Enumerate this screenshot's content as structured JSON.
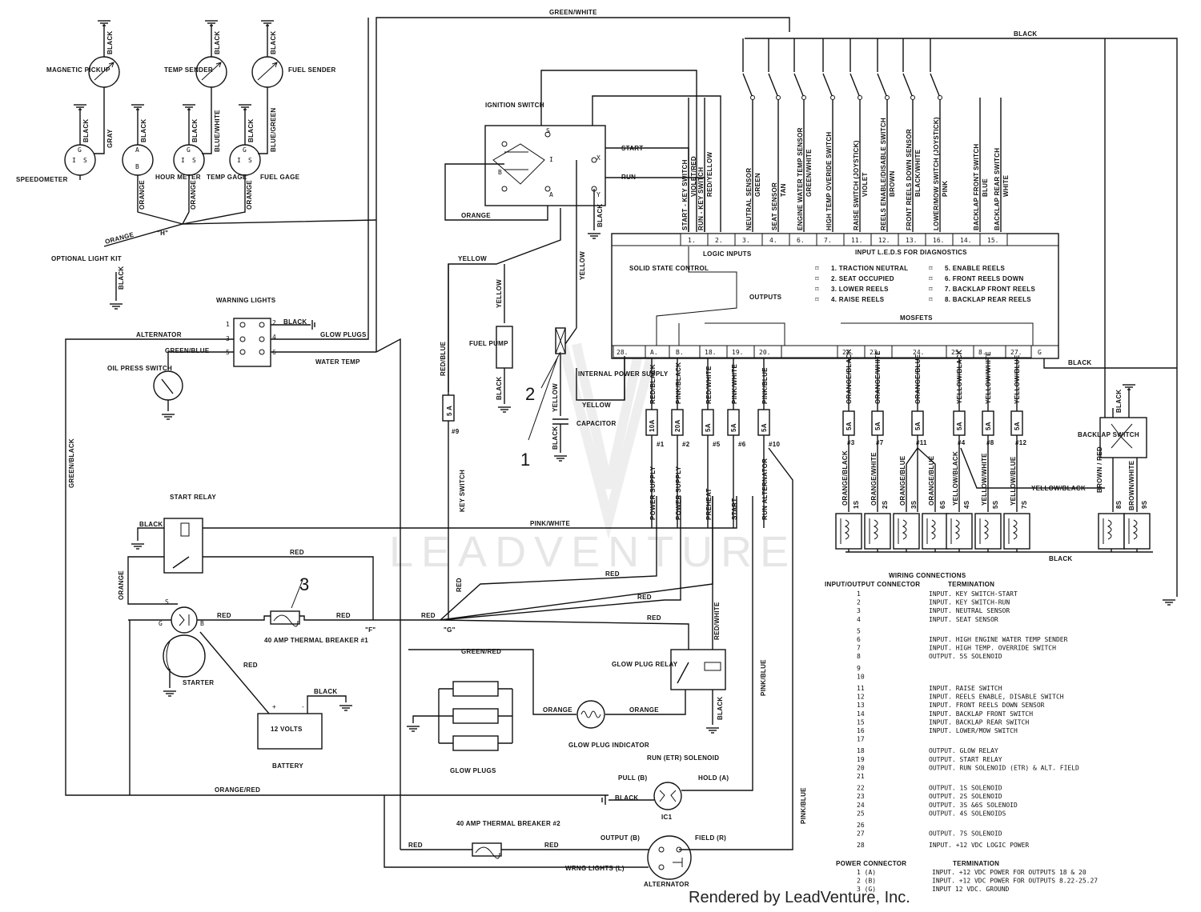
{
  "watermark": "LEADVENTURE",
  "footer": "Rendered by LeadVenture, Inc.",
  "callouts": [
    "1",
    "2",
    "3"
  ],
  "gauges": {
    "magnetic_pickup": "MAGNETIC PICKUP",
    "temp_sender": "TEMP SENDER",
    "fuel_sender": "FUEL SENDER",
    "speedometer": "SPEEDOMETER",
    "hour_meter": "HOUR METER",
    "temp_gage": "TEMP GAGE",
    "fuel_gage": "FUEL GAGE",
    "optional_light_kit": "OPTIONAL LIGHT KIT",
    "splice_h": "\"H\""
  },
  "ignition": {
    "title": "IGNITION SWITCH",
    "start": "START",
    "run": "RUN",
    "terms": [
      "S",
      "B",
      "I",
      "A",
      "X",
      "Y"
    ]
  },
  "warning": {
    "title": "WARNING LIGHTS",
    "alternator": "ALTERNATOR",
    "glow_plugs": "GLOW PLUGS",
    "water_temp": "WATER TEMP",
    "oil_press": "OIL PRESS SWITCH",
    "pins": [
      "1",
      "2",
      "3",
      "4",
      "5",
      "6"
    ]
  },
  "fuel_pump": "FUEL PUMP",
  "internal_power": "INTERNAL POWER SUPPLY",
  "capacitor": "CAPACITOR",
  "start_relay": "START RELAY",
  "starter": "STARTER",
  "battery": {
    "title": "BATTERY",
    "volts": "12 VOLTS"
  },
  "breaker1": "40 AMP THERMAL BREAKER #1",
  "breaker2": "40 AMP THERMAL BREAKER #2",
  "glow_plugs": "GLOW PLUGS",
  "glow_indicator": "GLOW PLUG INDICATOR",
  "glow_relay": "GLOW PLUG RELAY",
  "run_solenoid": {
    "title": "RUN (ETR) SOLENOID",
    "pull": "PULL (B)",
    "hold": "HOLD (A)",
    "ic1": "IC1"
  },
  "alternator": {
    "title": "ALTERNATOR",
    "output": "OUTPUT (B)",
    "field": "FIELD (R)",
    "wrng": "WRNG LIGHTS (L)"
  },
  "backlap_switch": "BACKLAP SWITCH",
  "splices": {
    "f": "\"F\"",
    "g": "\"G\""
  },
  "wires": {
    "green_white": "GREEN/WHITE",
    "black": "BLACK",
    "orange": "ORANGE",
    "yellow": "YELLOW",
    "red": "RED",
    "red_blue": "RED/BLUE",
    "pink_white": "PINK/WHITE",
    "green_blue": "GREEN/BLUE",
    "green_black": "GREEN/BLACK",
    "green_red": "GREEN/RED",
    "orange_red": "ORANGE/RED",
    "pink_blue": "PINK/BLUE",
    "yellow_black": "YELLOW/BLACK",
    "gray": "GRAY",
    "blue_white": "BLUE/WHITE",
    "blue_green": "BLUE/GREEN",
    "red_white": "RED/WHITE",
    "key_switch": "KEY SWITCH",
    "brown_red": "BROWN / RED",
    "brown_white": "BROWN/WHITE"
  },
  "ssc": {
    "title": "SOLID STATE CONTROL",
    "logic_inputs": "LOGIC INPUTS",
    "leds_title": "INPUT L.E.D.S FOR DIAGNOSTICS",
    "outputs": "OUTPUTS",
    "mosfets": "MOSFETS",
    "leds": [
      "1. TRACTION NEUTRAL",
      "2. SEAT OCCUPIED",
      "3. LOWER REELS",
      "4. RAISE REELS",
      "5. ENABLE REELS",
      "6. FRONT REELS DOWN",
      "7. BACKLAP FRONT REELS",
      "8. BACKLAP REAR REELS"
    ],
    "top_pins": [
      "1.",
      "2.",
      "3.",
      "4.",
      "6.",
      "7.",
      "11.",
      "12.",
      "13.",
      "16.",
      "14.",
      "15."
    ],
    "bottom_pins": [
      "28.",
      "A.",
      "B.",
      "18.",
      "19.",
      "20.",
      "22.",
      "23.",
      "24.",
      "25.",
      "8.",
      "27.",
      "G"
    ]
  },
  "input_labels": [
    {
      "name": "START - KEY SWITCH",
      "color": "VIOLET/RED"
    },
    {
      "name": "RUN - KEY SWITCH",
      "color": "RED/YELLOW"
    },
    {
      "name": "NEUTRAL SENSOR",
      "color": "GREEN"
    },
    {
      "name": "SEAT SENSOR",
      "color": "TAN"
    },
    {
      "name": "ENGINE WATER TEMP SENSOR",
      "color": "GREEN/WHITE"
    },
    {
      "name": "HIGH TEMP OVERIDE SWITCH",
      "color": ""
    },
    {
      "name": "RAISE SWITCH (JOYSTICK)",
      "color": "VIOLET"
    },
    {
      "name": "REELS ENABLE/DISABLE SWITCH",
      "color": "BROWN"
    },
    {
      "name": "FRONT REELS DOWN SENSOR",
      "color": "BLACK/WHITE"
    },
    {
      "name": "LOWER/MOW SWITCH (JOYSTICK)",
      "color": "PINK"
    },
    {
      "name": "BACKLAP FRONT SWITCH",
      "color": "BLUE"
    },
    {
      "name": "BACKLAP REAR SWITCH",
      "color": "WHITE"
    }
  ],
  "left_fuses": [
    {
      "rating": "10A",
      "num": "#1",
      "func": "POWER SUPPLY",
      "wire": "RED/BLACK"
    },
    {
      "rating": "20A",
      "num": "#2",
      "func": "POWER SUPPLY",
      "wire": "PINK/BLACK"
    },
    {
      "rating": "5A",
      "num": "#5",
      "func": "PREHEAT",
      "wire": "RED/WHITE"
    },
    {
      "rating": "5A",
      "num": "#6",
      "func": "START",
      "wire": "PINK/WHITE"
    },
    {
      "rating": "5A",
      "num": "#10",
      "func": "RUN ALTERNATOR",
      "wire": "PINK/BLUE"
    }
  ],
  "keyfuse": {
    "rating": "5 A",
    "num": "#9"
  },
  "right_fuses": [
    {
      "rating": "5A",
      "num": "#3",
      "wire": "ORANGE/BLACK"
    },
    {
      "rating": "5A",
      "num": "#7",
      "wire": "ORANGE/WHITE"
    },
    {
      "rating": "5A",
      "num": "#11",
      "wire": "ORANGE/BLUE"
    },
    {
      "rating": "5A",
      "num": "#4",
      "wire": "YELLOW/BLACK"
    },
    {
      "rating": "5A",
      "num": "#8",
      "wire": "YELLOW/WHITE"
    },
    {
      "rating": "5A",
      "num": "#12",
      "wire": "YELLOW/BLUE"
    }
  ],
  "solenoids": [
    {
      "id": "1S",
      "wire": "ORANGE/BLACK"
    },
    {
      "id": "2S",
      "wire": "ORANGE/WHITE"
    },
    {
      "id": "3S",
      "wire": "ORANGE/BLUE"
    },
    {
      "id": "6S",
      "wire": "ORANGE/BLUE"
    },
    {
      "id": "4S",
      "wire": "YELLOW/BLACK"
    },
    {
      "id": "5S",
      "wire": "YELLOW/WHITE"
    },
    {
      "id": "7S",
      "wire": "YELLOW/BLUE"
    },
    {
      "id": "8S",
      "wire": "BROWN / RED"
    },
    {
      "id": "9S",
      "wire": "BROWN/WHITE"
    }
  ],
  "wiring": {
    "title": "WIRING CONNECTIONS",
    "col1": "INPUT/OUTPUT CONNECTOR",
    "col2": "TERMINATION",
    "rows": [
      [
        "1",
        "INPUT. KEY SWITCH-START"
      ],
      [
        "2",
        "INPUT. KEY SWITCH-RUN"
      ],
      [
        "3",
        "INPUT. NEUTRAL SENSOR"
      ],
      [
        "4",
        "INPUT. SEAT SENSOR"
      ],
      [
        "5",
        ""
      ],
      [
        "6",
        "INPUT. HIGH ENGINE WATER TEMP SENDER"
      ],
      [
        "7",
        "INPUT. HIGH TEMP. OVERRIDE SWITCH"
      ],
      [
        "8",
        "OUTPUT. 5S SOLENOID"
      ],
      [
        "9",
        ""
      ],
      [
        "10",
        ""
      ],
      [
        "11",
        "INPUT. RAISE SWITCH"
      ],
      [
        "12",
        "INPUT. REELS ENABLE, DISABLE SWITCH"
      ],
      [
        "13",
        "INPUT. FRONT REELS DOWN SENSOR"
      ],
      [
        "14",
        "INPUT. BACKLAP FRONT SWITCH"
      ],
      [
        "15",
        "INPUT. BACKLAP REAR SWITCH"
      ],
      [
        "16",
        "INPUT. LOWER/MOW SWITCH"
      ],
      [
        "17",
        ""
      ],
      [
        "18",
        "OUTPUT. GLOW RELAY"
      ],
      [
        "19",
        "OUTPUT. START RELAY"
      ],
      [
        "20",
        "OUTPUT. RUN SOLENOID (ETR) & ALT. FIELD"
      ],
      [
        "21",
        ""
      ],
      [
        "22",
        "OUTPUT. 1S SOLENOID"
      ],
      [
        "23",
        "OUTPUT. 2S SOLENOID"
      ],
      [
        "24",
        "OUTPUT. 3S &6S SOLENOID"
      ],
      [
        "25",
        "OUTPUT. 4S SOLENOIDS"
      ],
      [
        "26",
        ""
      ],
      [
        "27",
        "OUTPUT. 7S SOLENOID"
      ],
      [
        "28",
        "INPUT. +12 VDC LOGIC POWER"
      ]
    ],
    "power_title": "POWER CONNECTOR",
    "power_term": "TERMINATION",
    "power_rows": [
      [
        "1 (A)",
        "INPUT. +12 VDC POWER FOR OUTPUTS 18 & 20"
      ],
      [
        "2 (B)",
        "INPUT. +12 VDC POWER FOR OUTPUTS 8.22-25.27"
      ],
      [
        "3 (G)",
        "INPUT 12 VDC. GROUND"
      ]
    ]
  }
}
